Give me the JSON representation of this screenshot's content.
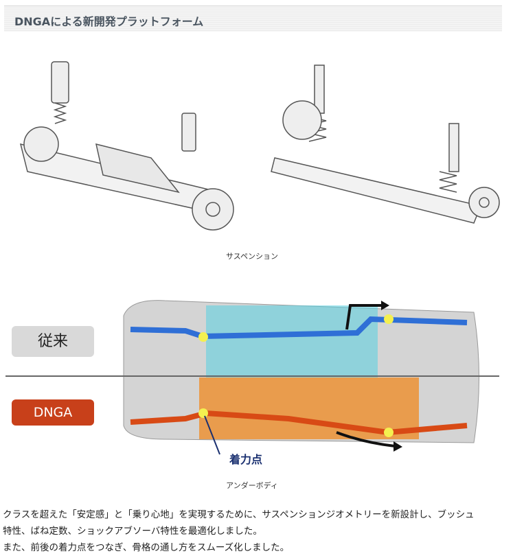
{
  "header": {
    "title": "DNGAによる新開発プラットフォーム"
  },
  "figure1": {
    "caption": "サスペンション"
  },
  "figure2": {
    "caption": "アンダーボディ",
    "label_old": "従来",
    "label_new": "DNGA",
    "callout": "着力点",
    "colors": {
      "old": "#3a7bd5",
      "new": "#e8782a",
      "label_new_bg": "#c8401a",
      "label_old_bg": "#d9d9d9"
    }
  },
  "description": {
    "lines": [
      "クラスを超えた「安定感」と「乗り心地」を実現するために、サスペンションジオメトリーを新設計し、ブッシュ",
      "特性、ばね定数、ショックアブソーバ特性を最適化しました。",
      "また、前後の着力点をつなぎ、骨格の通し方をスムーズ化しました。"
    ]
  }
}
